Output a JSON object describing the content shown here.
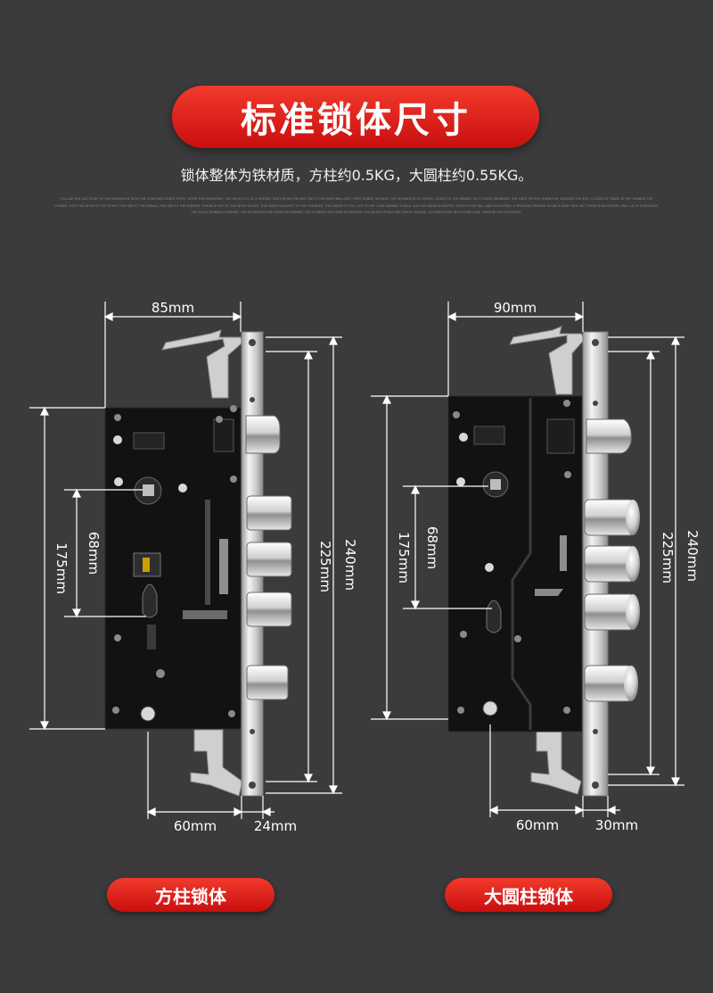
{
  "header": {
    "title": "标准锁体尺寸",
    "subtitle": "锁体整体为铁材质，方柱约0.5KG，大圆柱约0.55KG。",
    "fine_print": "FOLLOW THE LAST STRIP OF THE MOONLIGHT WITH THE CONFUSED DANCE STEPS. AFTER THE FIREWORKS, THE AIR IS FULL OF A STRONG TASTE WHICH PROVES THAT IT HAS BEEN BRILLIANT. PIPES TOWER, WITNESS THE SEPARATION OF LOVERS, SILENT TO THE PARADE. ON IT SOULS BRANDING, THE LIGHT PEOPLE YEARN FOR, BLESSED THE SOFT CLOUDS OF TEARS. AFTER TURNING THE CORNER, LOCK THE DOOR OF THE STORY, THIS SEA TO THE SPRING, THIS SEA TO THE SUMMER, THIS BLUE SKY TO THE WHITE CLOUD, THIS WARM SUNLIGHT TO THE CHILDREN, THE DISHES TO YOU, YOU TO ME. I LIKE SHINING THINGS, SUCH AS SNOW IN WINTER, STARS IN THE SKY, AND COLD STEEL. A PRECIOUS PROMISE IS LIKE A FAIRY TALE, BUT THERE IS NO FREEZE, AND I, AS IF A PRINCESS, THE SOULS SHINING IN SPRING, THE MOUNTAINS ARE GREEN IN SUMMER, THE FLOWERS ARE GONE AFTER RAIN, COLORLESS PETALS ARE GENTLY WAVING, ACCUMULATING INTO A FINE RAIN, CARRYING MY THOUGHTS."
  },
  "left": {
    "label": "方柱锁体",
    "dims": {
      "width_top": "85mm",
      "height_240": "240mm",
      "height_225": "225mm",
      "height_175": "175mm",
      "height_68": "68mm",
      "bottom_left": "60mm",
      "bottom_right": "24mm"
    }
  },
  "right": {
    "label": "大圆柱锁体",
    "dims": {
      "width_top": "90mm",
      "height_240": "240mm",
      "height_225": "225mm",
      "height_175": "175mm",
      "height_68": "68mm",
      "bottom_left": "60mm",
      "bottom_right": "30mm"
    }
  },
  "colors": {
    "background": "#3b3b3d",
    "accent_red": "#d8191a",
    "lock_body": "#111111",
    "steel": "#d9d9d9",
    "dimension_lines": "#ffffff"
  }
}
